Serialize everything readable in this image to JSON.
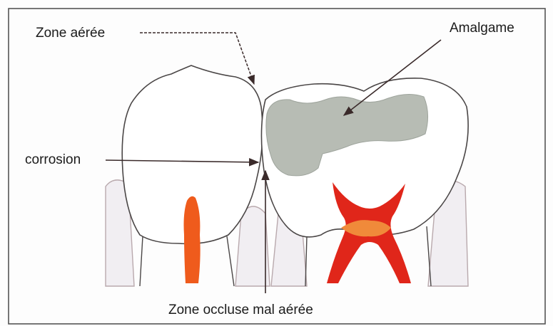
{
  "labels": {
    "zone_aeree": "Zone aérée",
    "amalgame": "Amalgame",
    "corrosion": "corrosion",
    "zone_occluse": "Zone occluse mal aérée"
  },
  "colors": {
    "frame": "#555555",
    "outline": "#4a4646",
    "amalgam": "#b7bcb4",
    "pulp_red": "#e0261a",
    "pulp_orange": "#ef5b1c",
    "pulp_core": "#f08a3a",
    "root_fill": "#f1eef2",
    "arrow": "#3a2a2a"
  }
}
